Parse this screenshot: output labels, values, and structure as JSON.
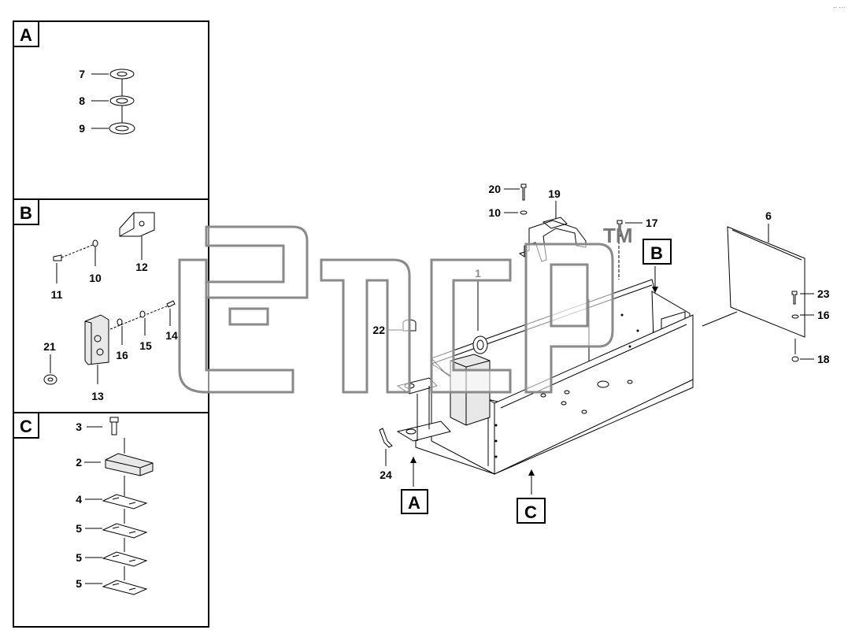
{
  "corner_mark": "·· ···",
  "watermark": {
    "tm": "TM"
  },
  "panels": [
    {
      "letter": "A",
      "callouts": [
        "7",
        "8",
        "9"
      ]
    },
    {
      "letter": "B",
      "callouts": [
        "12",
        "10",
        "11",
        "21",
        "16",
        "15",
        "14",
        "13"
      ]
    },
    {
      "letter": "C",
      "callouts": [
        "3",
        "2",
        "4",
        "5",
        "5",
        "5"
      ]
    }
  ],
  "main": {
    "callouts": [
      "20",
      "19",
      "10",
      "17",
      "6",
      "1",
      "23",
      "16",
      "22",
      "18",
      "24"
    ],
    "view_markers": [
      "B",
      "A",
      "C"
    ]
  }
}
